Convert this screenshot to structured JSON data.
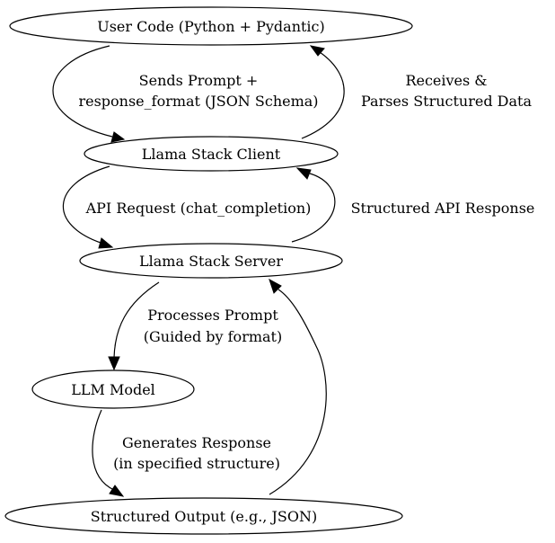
{
  "nodes": {
    "user_code": "User Code (Python + Pydantic)",
    "client": "Llama Stack Client",
    "server": "Llama Stack Server",
    "llm": "LLM Model",
    "output": "Structured Output (e.g., JSON)"
  },
  "edges": {
    "sends_prompt": [
      "Sends Prompt +",
      "response_format (JSON Schema)"
    ],
    "receives": [
      "Receives &",
      "Parses Structured Data"
    ],
    "api_request": "API Request (chat_completion)",
    "api_response": "Structured API Response",
    "processes": [
      "Processes Prompt",
      "(Guided by format)"
    ],
    "generates": [
      "Generates Response",
      "(in specified structure)"
    ]
  }
}
